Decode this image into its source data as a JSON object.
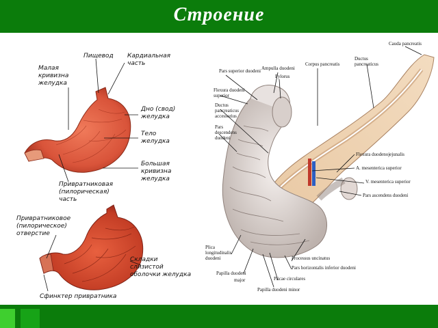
{
  "slide": {
    "title": "Строение",
    "colors": {
      "bar": "#0b7c0b",
      "accent_light": "#3fcf2f",
      "accent_mid": "#17a317"
    }
  },
  "left_labels": {
    "malaya": [
      "Малая",
      "кривизна",
      "желудка"
    ],
    "pischevod": [
      "Пищевод"
    ],
    "kardialnaya": [
      "Кардиальная",
      "часть"
    ],
    "dno": [
      "Дно (свод)",
      "желудка"
    ],
    "telo": [
      "Тело",
      "желудка"
    ],
    "bolshaya": [
      "Большая",
      "кривизна",
      "желудка"
    ],
    "privratnikovaya_chast": [
      "Привратниковая",
      "(пилорическая)",
      "часть"
    ],
    "privratnikovoe_otverstie": [
      "Привратниковое",
      "(пилорическое)",
      "отверстие"
    ],
    "skladki": [
      "Складки",
      "слизистой",
      "оболочки желудка"
    ],
    "sfinkter": [
      "Сфинктер привратника"
    ]
  },
  "right_labels": {
    "cauda": "Cauda pancreatis",
    "ampulla": "Ampulla duodeni",
    "corpus": "Corpus pancreatis",
    "ductus_pancreaticus": [
      "Ductus",
      "pancreaticus"
    ],
    "pars_superior": "Pars superior duodeni",
    "pylorus": "Pylorus",
    "flexura_superior": [
      "Flexura duodeni",
      "superior"
    ],
    "ductus_accessorius": [
      "Ductus",
      "pancreaticus",
      "accessorius"
    ],
    "pars_descendens": [
      "Pars",
      "descendens",
      "duodeni"
    ],
    "flexura_duodenojejunalis": "Flexura duodenojejunalis",
    "a_mesenterica": "A. mesenterica superior",
    "v_mesenterica": "V. mesenterica superior",
    "pars_ascendens": "Pars ascendens duodeni",
    "plica_longitudinalis": [
      "Plica",
      "longitudinalis",
      "duodeni"
    ],
    "processus_uncinatus": "Processus uncinatus",
    "pars_horizontalis": "Pars horizontalis inferior duodeni",
    "papilla_major": [
      "Papilla duodeni",
      "major"
    ],
    "plicae_circulares": "Plicae circulares",
    "papilla_minor": "Papilla duodeni minor"
  }
}
